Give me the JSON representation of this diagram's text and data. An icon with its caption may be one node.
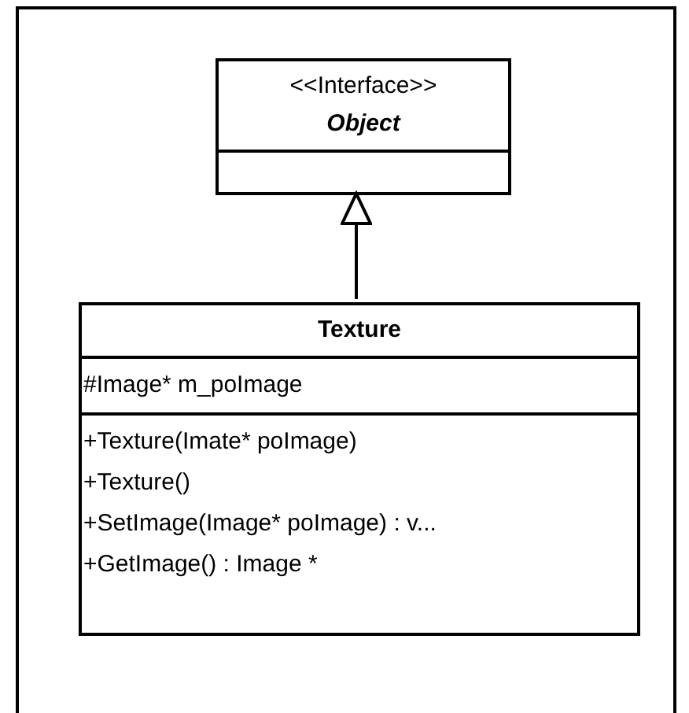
{
  "diagram": {
    "nodes": [
      {
        "text": [],
        "shape": "box"
      },
      {
        "text": [
          "<<Interface>>",
          "Object"
        ],
        "in": 0
      },
      {
        "text": [
          "Texture",
          "#Image* m_poImage",
          "+Texture(Imate* poImage)",
          "+Texture()",
          "+SetImage(Image* poImage) : v...",
          "+GetImage() : Image *"
        ],
        "in": 0
      }
    ],
    "edges": [
      {
        "from": 2,
        "to": 1,
        "arrow": "to"
      }
    ]
  }
}
